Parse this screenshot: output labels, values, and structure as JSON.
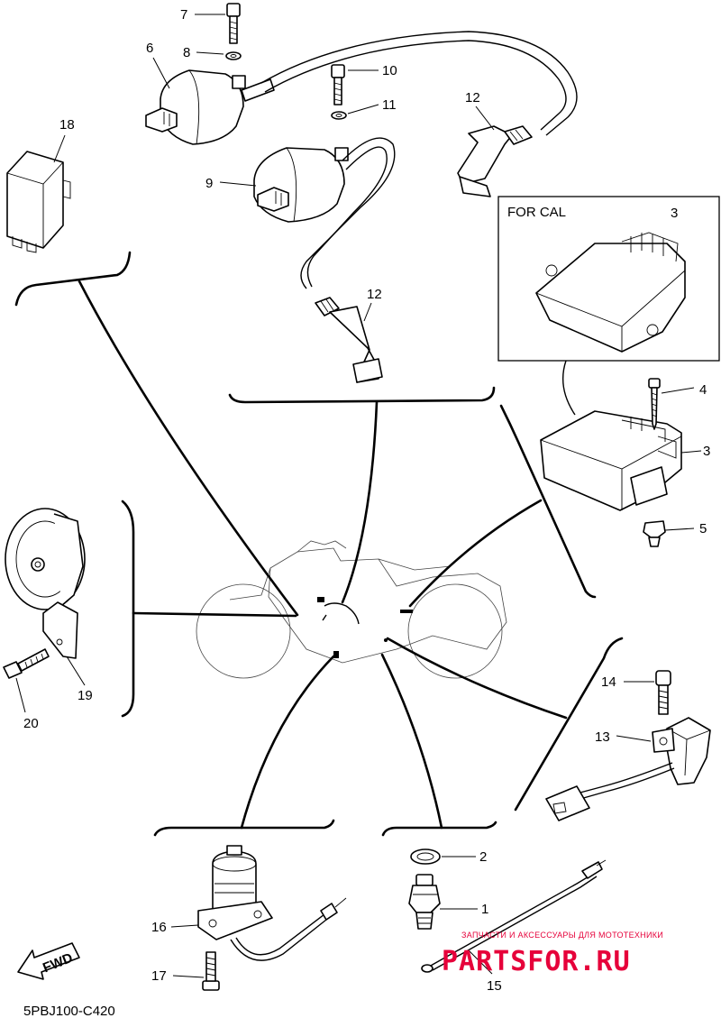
{
  "callouts": {
    "c1": "1",
    "c2": "2",
    "c3a": "3",
    "c3b": "3",
    "c4": "4",
    "c5": "5",
    "c6": "6",
    "c7": "7",
    "c8": "8",
    "c9": "9",
    "c10": "10",
    "c11": "11",
    "c12a": "12",
    "c12b": "12",
    "c13": "13",
    "c14": "14",
    "c15": "15",
    "c16": "16",
    "c17": "17",
    "c18": "18",
    "c19": "19",
    "c20": "20"
  },
  "inset_label": "FOR CAL",
  "fwd_label": "FWD",
  "drawing_code": "5PBJ100-C420",
  "watermark": {
    "tagline": "ЗАПЧАСТИ И АКСЕССУАРЫ ДЛЯ МОТОТЕХНИКИ",
    "brand": "PARTSFOR.RU"
  },
  "colors": {
    "watermark": "#e6003a",
    "ink": "#000000"
  }
}
